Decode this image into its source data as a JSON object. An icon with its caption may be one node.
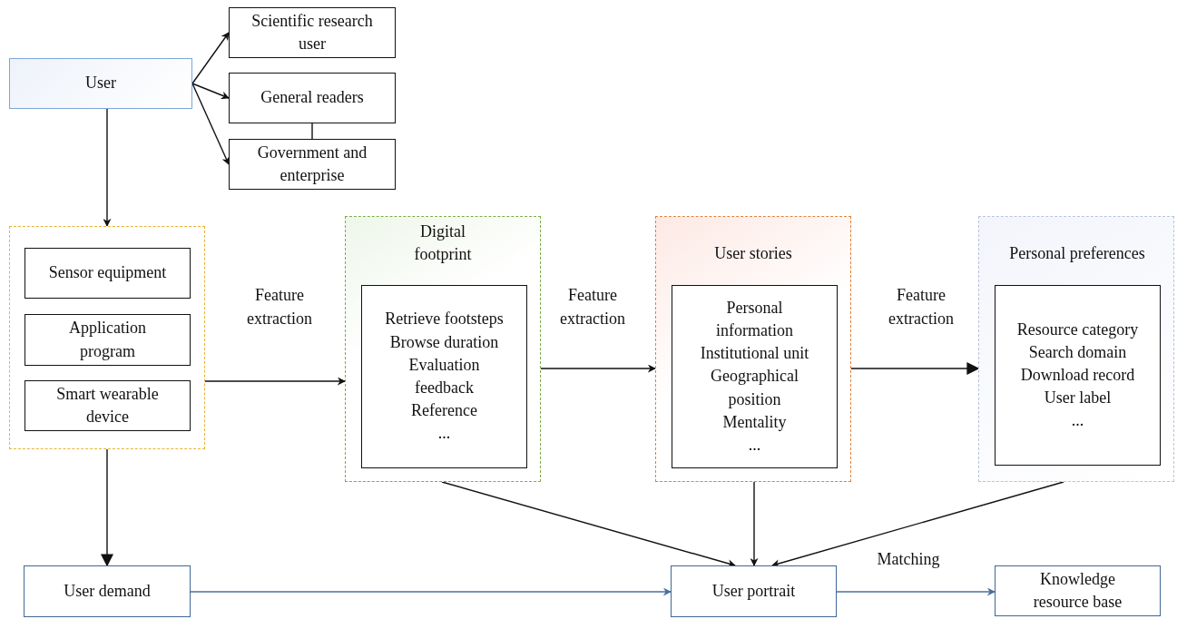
{
  "diagram": {
    "nodes": [
      {
        "text": [
          "User"
        ]
      },
      {
        "text": [
          "Scientific research user"
        ]
      },
      {
        "text": [
          "General readers"
        ]
      },
      {
        "text": [
          "Government and enterprise"
        ]
      },
      {
        "text": [],
        "shape": "box"
      },
      {
        "text": [
          "Sensor equipment"
        ],
        "in": 4
      },
      {
        "text": [
          "Application program"
        ],
        "in": 4
      },
      {
        "text": [
          "Smart wearable device"
        ],
        "in": 4
      },
      {
        "text": [
          "Digital footprint"
        ]
      },
      {
        "text": [
          "Retrieve footsteps",
          "Browse duration",
          "Evaluation feedback",
          "Reference",
          "..."
        ],
        "in": 8
      },
      {
        "text": [
          "User stories"
        ]
      },
      {
        "text": [
          "Personal information",
          "Institutional unit",
          "Geographical position",
          "Mentality",
          "..."
        ],
        "in": 10
      },
      {
        "text": [
          "Personal preferences"
        ]
      },
      {
        "text": [
          "Resource category",
          "Search domain",
          "Download record",
          "User label",
          "..."
        ],
        "in": 12
      },
      {
        "text": [
          "User demand"
        ]
      },
      {
        "text": [
          "User portrait"
        ]
      },
      {
        "text": [
          "Knowledge resource base"
        ]
      }
    ],
    "edges": [
      {
        "from": 0,
        "to": 1,
        "arrow": "to"
      },
      {
        "from": 0,
        "to": 2,
        "arrow": "to"
      },
      {
        "from": 0,
        "to": 3,
        "arrow": "to"
      },
      {
        "from": 2,
        "to": 3,
        "arrow": "none"
      },
      {
        "from": 0,
        "to": 4,
        "arrow": "to"
      },
      {
        "from": 4,
        "to": 8,
        "arrow": "to",
        "label": "Feature extraction"
      },
      {
        "from": 8,
        "to": 10,
        "arrow": "to",
        "label": "Feature extraction"
      },
      {
        "from": 10,
        "to": 12,
        "arrow": "to",
        "label": "Feature extraction"
      },
      {
        "from": 4,
        "to": 14,
        "arrow": "to"
      },
      {
        "from": 8,
        "to": 15,
        "arrow": "to"
      },
      {
        "from": 10,
        "to": 15,
        "arrow": "to"
      },
      {
        "from": 12,
        "to": 15,
        "arrow": "to"
      },
      {
        "from": 14,
        "to": 15,
        "arrow": "to",
        "color": "#4a6f9c"
      },
      {
        "from": 15,
        "to": 16,
        "arrow": "to",
        "label": "Matching",
        "color": "#4a6f9c"
      }
    ]
  }
}
